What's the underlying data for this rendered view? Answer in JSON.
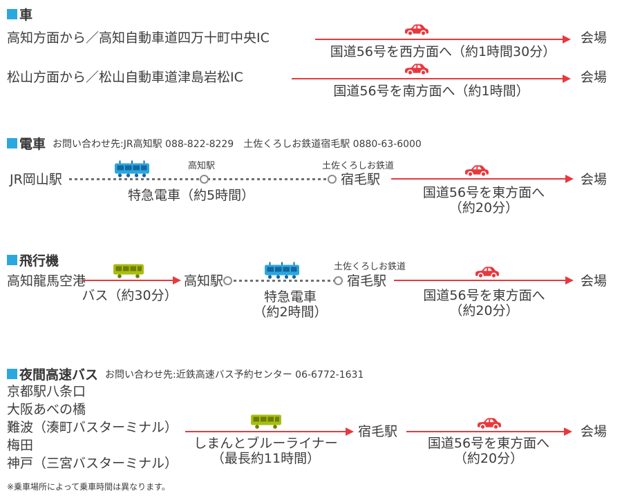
{
  "icons": {
    "car": "car-icon",
    "train": "train-icon",
    "bus": "bus-icon",
    "station": "station-circle",
    "arrow": "route-arrow"
  },
  "colors": {
    "section_marker_blue": "#2ba7e0",
    "route_red": "#e8383d",
    "train_blue": "#2ba7e0",
    "bus_green": "#a8bf0e",
    "text": "#3c3c3c"
  },
  "car": {
    "title": "車",
    "routes": [
      {
        "from": "高知方面から／高知自動車道四万十町中央IC",
        "via": "国道56号を西方面へ（約1時間30分）",
        "dest": "会場"
      },
      {
        "from": "松山方面から／松山自動車道津島岩松IC",
        "via": "国道56号を南方面へ（約1時間）",
        "dest": "会場"
      }
    ]
  },
  "train": {
    "title": "電車",
    "contact": "お問い合わせ先:JR高知駅 088-822-8229　土佐くろしお鉄道宿毛駅 0880-63-6000",
    "origin": "JR岡山駅",
    "mid_station": "高知駅",
    "rail_company": "土佐くろしお鉄道",
    "end_station": "宿毛駅",
    "leg_rail": "特急電車（約5時間）",
    "leg_drive_1": "国道56号を東方面へ",
    "leg_drive_2": "（約20分）",
    "dest": "会場"
  },
  "plane": {
    "title": "飛行機",
    "origin": "高知龍馬空港",
    "leg_bus": "バス（約30分）",
    "mid_station": "高知駅",
    "leg_rail_1": "特急電車",
    "leg_rail_2": "（約2時間）",
    "rail_company": "土佐くろしお鉄道",
    "end_station": "宿毛駅",
    "leg_drive_1": "国道56号を東方面へ",
    "leg_drive_2": "（約20分）",
    "dest": "会場"
  },
  "night_bus": {
    "title": "夜間高速バス",
    "contact": "お問い合わせ先:近鉄高速バス予約センター 06-6772-1631",
    "origins": [
      "京都駅八条口",
      "大阪あべの橋",
      "難波（湊町バスターミナル）",
      "梅田",
      "神戸（三宮バスターミナル）"
    ],
    "leg_bus_1": "しまんとブルーライナー",
    "leg_bus_2": "（最長約11時間）",
    "mid_station": "宿毛駅",
    "leg_drive_1": "国道56号を東方面へ",
    "leg_drive_2": "（約20分）",
    "dest": "会場",
    "note": "※乗車場所によって乗車時間は異なります。"
  }
}
